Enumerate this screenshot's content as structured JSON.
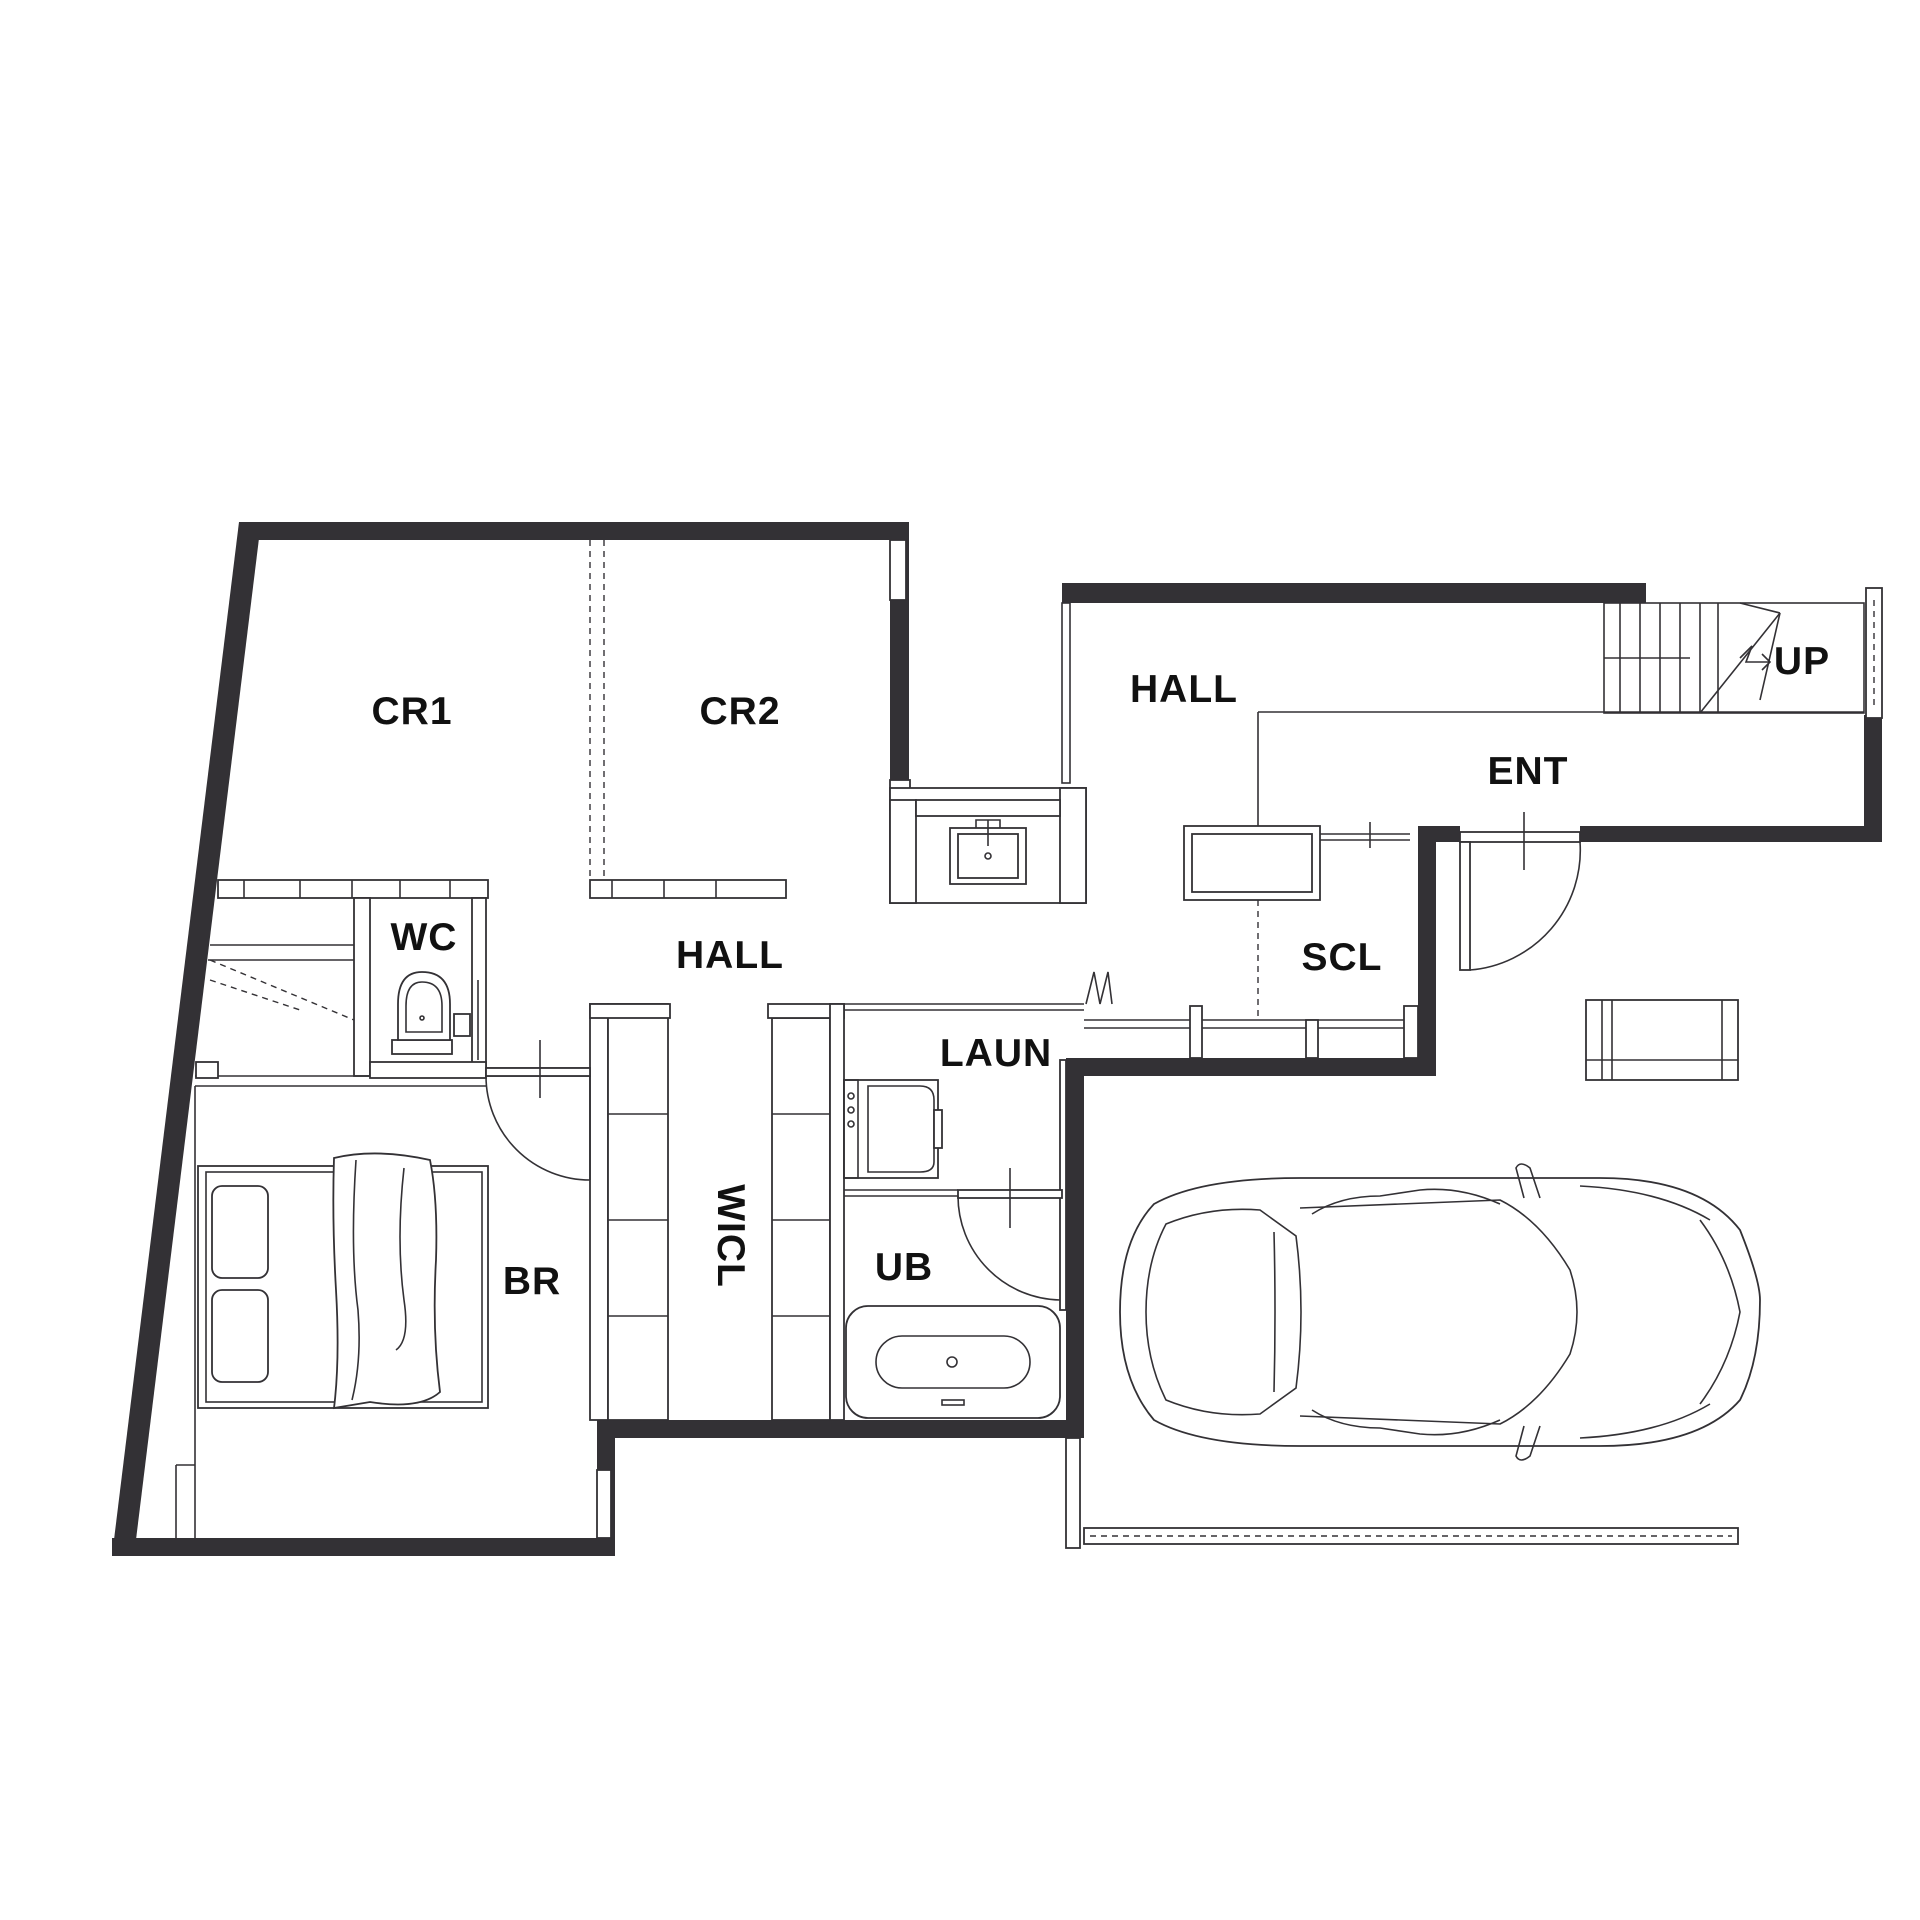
{
  "colors": {
    "wall": "#333135",
    "line": "#333135",
    "text": "#111111",
    "background": "#ffffff"
  },
  "rooms": {
    "cr1": "CR1",
    "cr2": "CR2",
    "hall_upper": "HALL",
    "hall_center": "HALL",
    "ent": "ENT",
    "up": "UP",
    "wc": "WC",
    "scl": "SCL",
    "laun": "LAUN",
    "wicl": "WICL",
    "ub": "UB",
    "br": "BR"
  },
  "icons": [
    "bed-icon",
    "toilet-icon",
    "basin-icon",
    "bathtub-icon",
    "washing-machine-icon",
    "car-icon",
    "stair-icon",
    "door-swing-icon"
  ]
}
